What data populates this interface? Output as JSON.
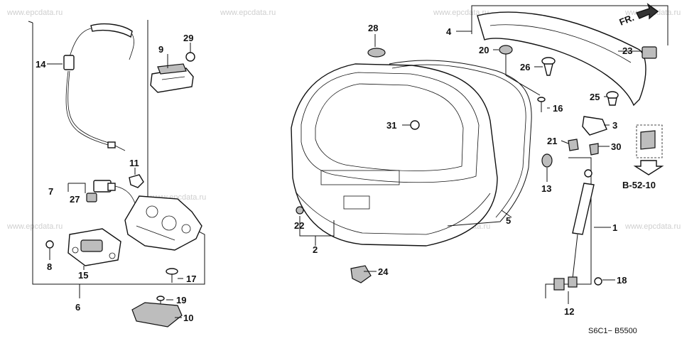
{
  "watermark": "www.epcdata.ru",
  "reference": "B-52-10",
  "diagram_code": "S6C1− B5500",
  "direction_label": "FR.",
  "callouts": {
    "c1": "1",
    "c2": "2",
    "c3": "3",
    "c4": "4",
    "c5": "5",
    "c6": "6",
    "c7": "7",
    "c8": "8",
    "c9": "9",
    "c10": "10",
    "c11": "11",
    "c12": "12",
    "c13": "13",
    "c14": "14",
    "c15": "15",
    "c16": "16",
    "c17": "17",
    "c18": "18",
    "c19": "19",
    "c20": "20",
    "c21": "21",
    "c22": "22",
    "c23": "23",
    "c24": "24",
    "c25": "25",
    "c26": "26",
    "c27": "27",
    "c28": "28",
    "c29": "29",
    "c30": "30",
    "c31": "31"
  }
}
